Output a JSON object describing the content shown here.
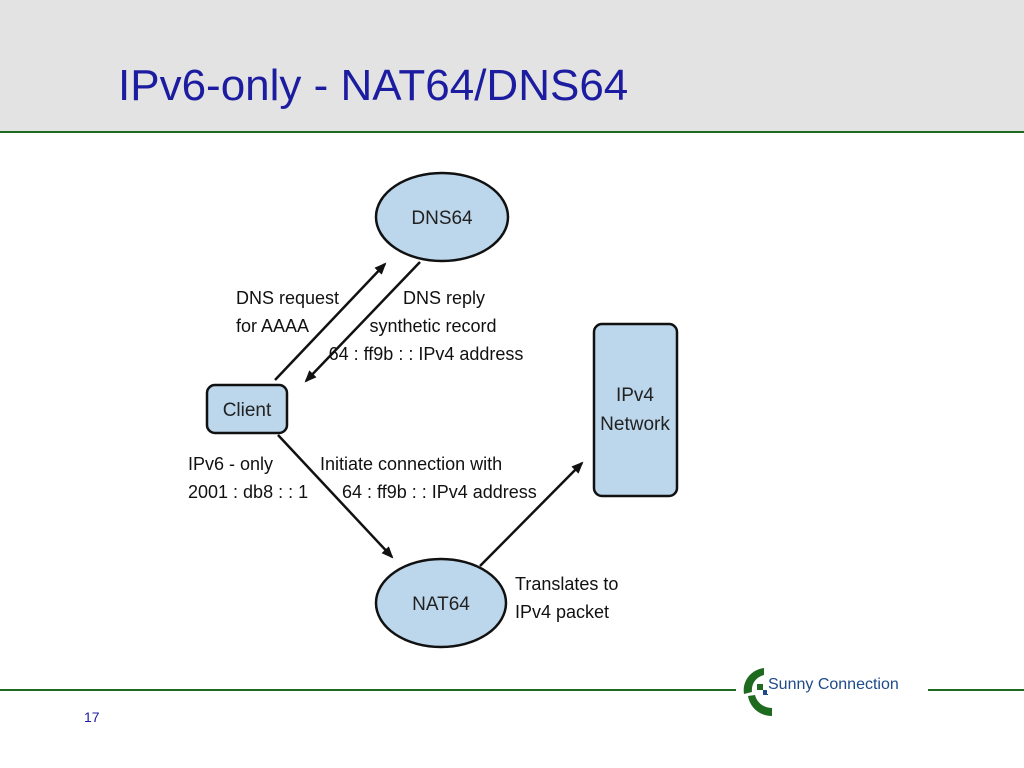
{
  "slide": {
    "title": "IPv6-only - NAT64/DNS64",
    "page_number": "17"
  },
  "diagram": {
    "nodes": {
      "dns64": "DNS64",
      "client": "Client",
      "nat64": "NAT64",
      "ipv4_network": [
        "IPv4",
        "Network"
      ]
    },
    "labels": {
      "dns_request": [
        "DNS request",
        "for AAAA"
      ],
      "dns_reply": [
        "DNS reply",
        "synthetic record",
        "64 : ff9b : : IPv4 address"
      ],
      "client_info": [
        "IPv6 - only",
        "2001 : db8 : : 1"
      ],
      "initiate": [
        "Initiate connection with",
        "64 : ff9b : : IPv4 address"
      ],
      "translates": [
        "Translates to",
        "IPv4 packet"
      ]
    },
    "colors": {
      "node_fill": "#bcd6eb",
      "stroke": "#111111"
    }
  },
  "branding": {
    "logo_text": "Sunny Connection",
    "accent": "#1e6a1e",
    "title_color": "#1c1ca0"
  }
}
